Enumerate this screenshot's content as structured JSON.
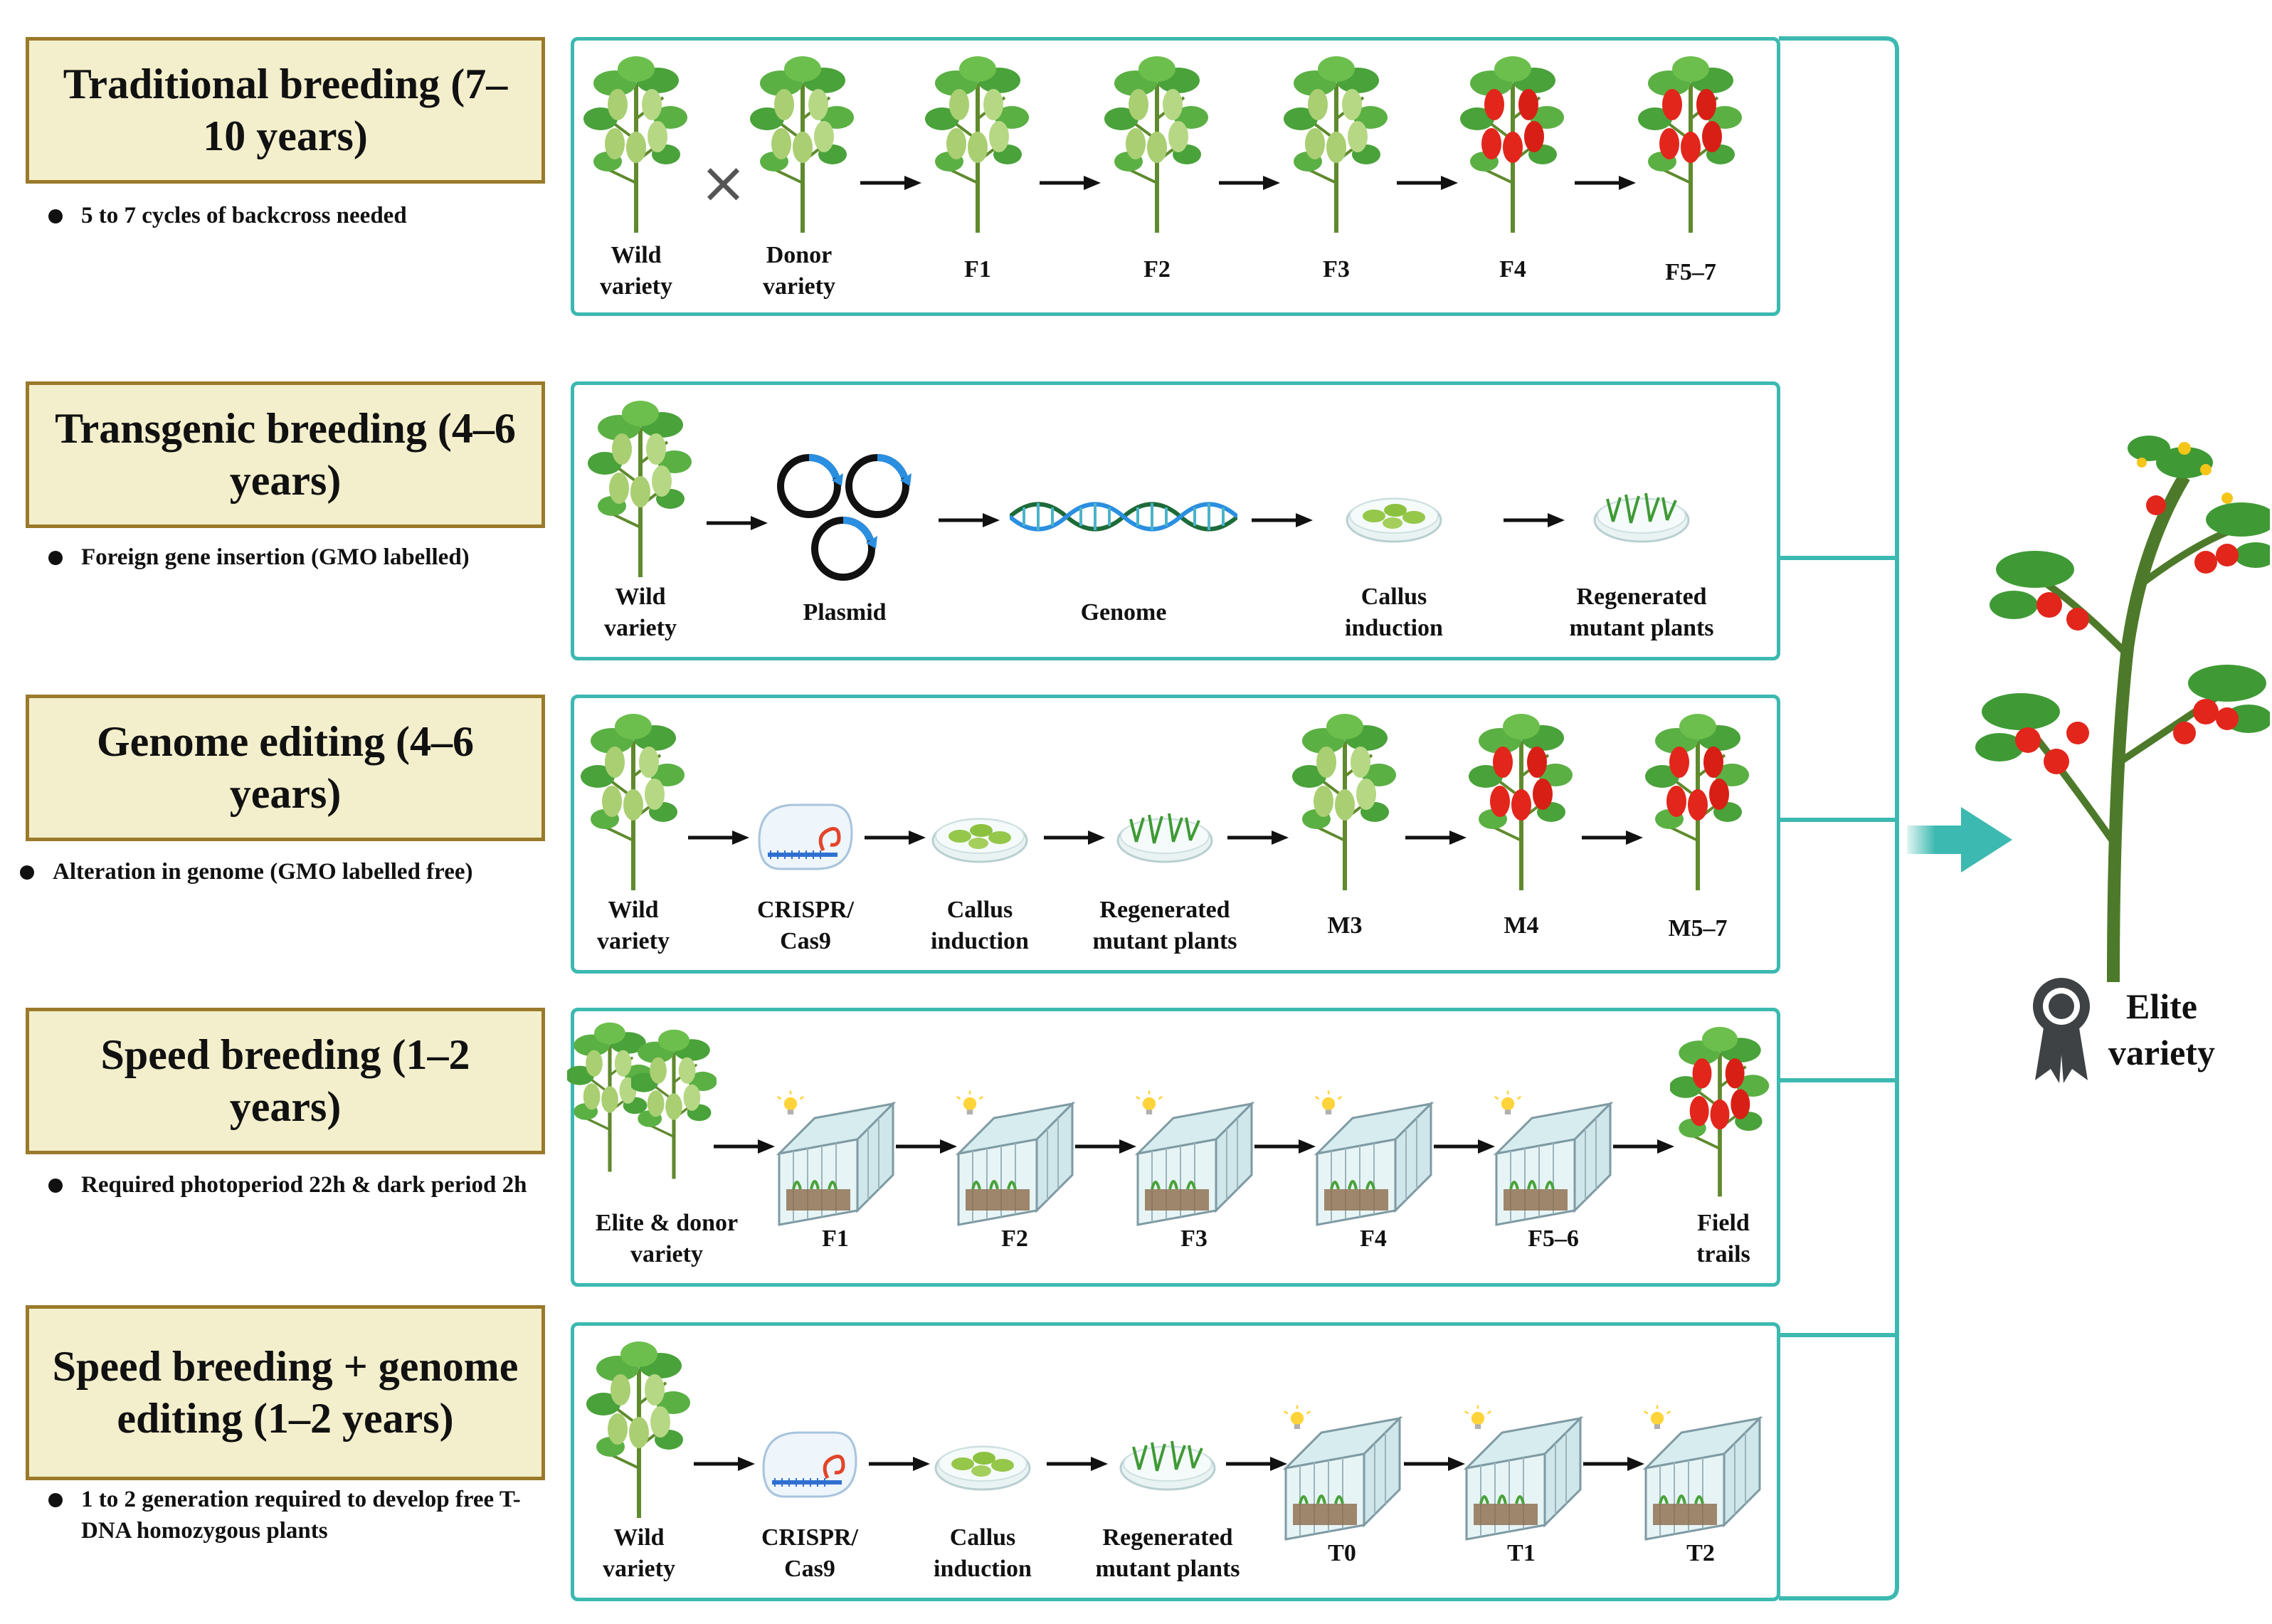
{
  "rows": [
    {
      "title": "Traditional breeding (7–10 years)",
      "note": "5 to 7 cycles of backcross needed",
      "steps": [
        "Wild variety",
        "Donor variety",
        "F1",
        "F2",
        "F3",
        "F4",
        "F5–7"
      ],
      "connector": "×"
    },
    {
      "title": "Transgenic breeding (4–6 years)",
      "note": "Foreign gene insertion (GMO labelled)",
      "steps": [
        "Wild variety",
        "Plasmid",
        "Genome",
        "Callus induction",
        "Regenerated mutant plants"
      ]
    },
    {
      "title": "Genome editing (4–6 years)",
      "note": "Alteration in genome (GMO labelled free)",
      "steps": [
        "Wild variety",
        "CRISPR/ Cas9",
        "Callus induction",
        "Regenerated mutant plants",
        "M3",
        "M4",
        "M5–7"
      ]
    },
    {
      "title": "Speed breeding (1–2 years)",
      "note": "Required photoperiod 22h & dark period 2h",
      "steps": [
        "Elite & donor variety",
        "F1",
        "F2",
        "F3",
        "F4",
        "F5–6",
        "Field trails"
      ]
    },
    {
      "title": "Speed breeding + genome editing (1–2 years)",
      "note": "1 to 2 generation required to develop free T-DNA homozygous plants",
      "steps": [
        "Wild variety",
        "CRISPR/ Cas9",
        "Callus induction",
        "Regenerated mutant plants",
        "T0",
        "T1",
        "T2"
      ]
    }
  ],
  "result": {
    "label": "Elite variety",
    "icon": "award-ribbon-icon"
  },
  "colors": {
    "panel_border": "#3cb9b0",
    "title_fill": "#f3efcc",
    "title_border": "#9a7a2a",
    "tomato": "#e2261b",
    "leaf": "#4aa23a",
    "fruit_green": "#a9cf72"
  }
}
